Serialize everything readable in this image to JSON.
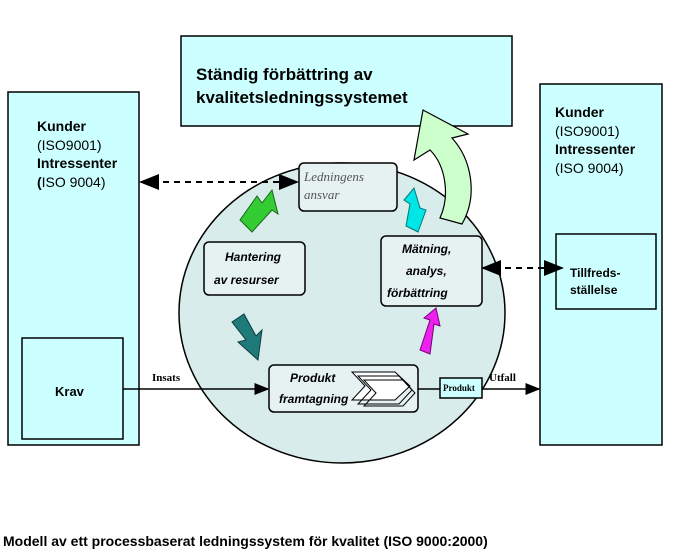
{
  "title_box": {
    "line1": "Ständig förbättring av",
    "line2": "kvalitetsledningssystemet"
  },
  "left_box": {
    "line1": "Kunder",
    "line2": "(ISO9001)",
    "line3": "Intressenter",
    "line4_bold": "(",
    "line4_rest": "ISO 9004)",
    "inner_box_label": "Krav"
  },
  "right_box": {
    "line1": "Kunder",
    "line2": "(ISO9001)",
    "line3": "Intressenter",
    "line4": "(ISO 9004)",
    "inner_box_line1": "Tillfreds-",
    "inner_box_line2": "ställelse"
  },
  "process": {
    "ledningens_line1": "Ledningens",
    "ledningens_line2": "ansvar",
    "hantering_line1": "Hantering",
    "hantering_line2": "av resurser",
    "matning_line1": "Mätning,",
    "matning_line2": "analys,",
    "matning_line3": "förbättring",
    "produkt_line1": "Produkt",
    "produkt_line2": "framtagning"
  },
  "flow": {
    "insats": "Insats",
    "produkt_box": "Produkt",
    "utfall": "Utfall"
  },
  "caption": "Modell av ett processbaserat ledningssystem för kvalitet (ISO 9000:2000)",
  "colors": {
    "box_fill": "#ccffff",
    "circle_fill": "#d9ecec",
    "green_arrow": "#33cc33",
    "teal_arrow": "#1f7a7a",
    "cyan_arrow": "#00e5e5",
    "magenta_arrow": "#ee22ee",
    "big_arrow": "#ccffcc"
  }
}
